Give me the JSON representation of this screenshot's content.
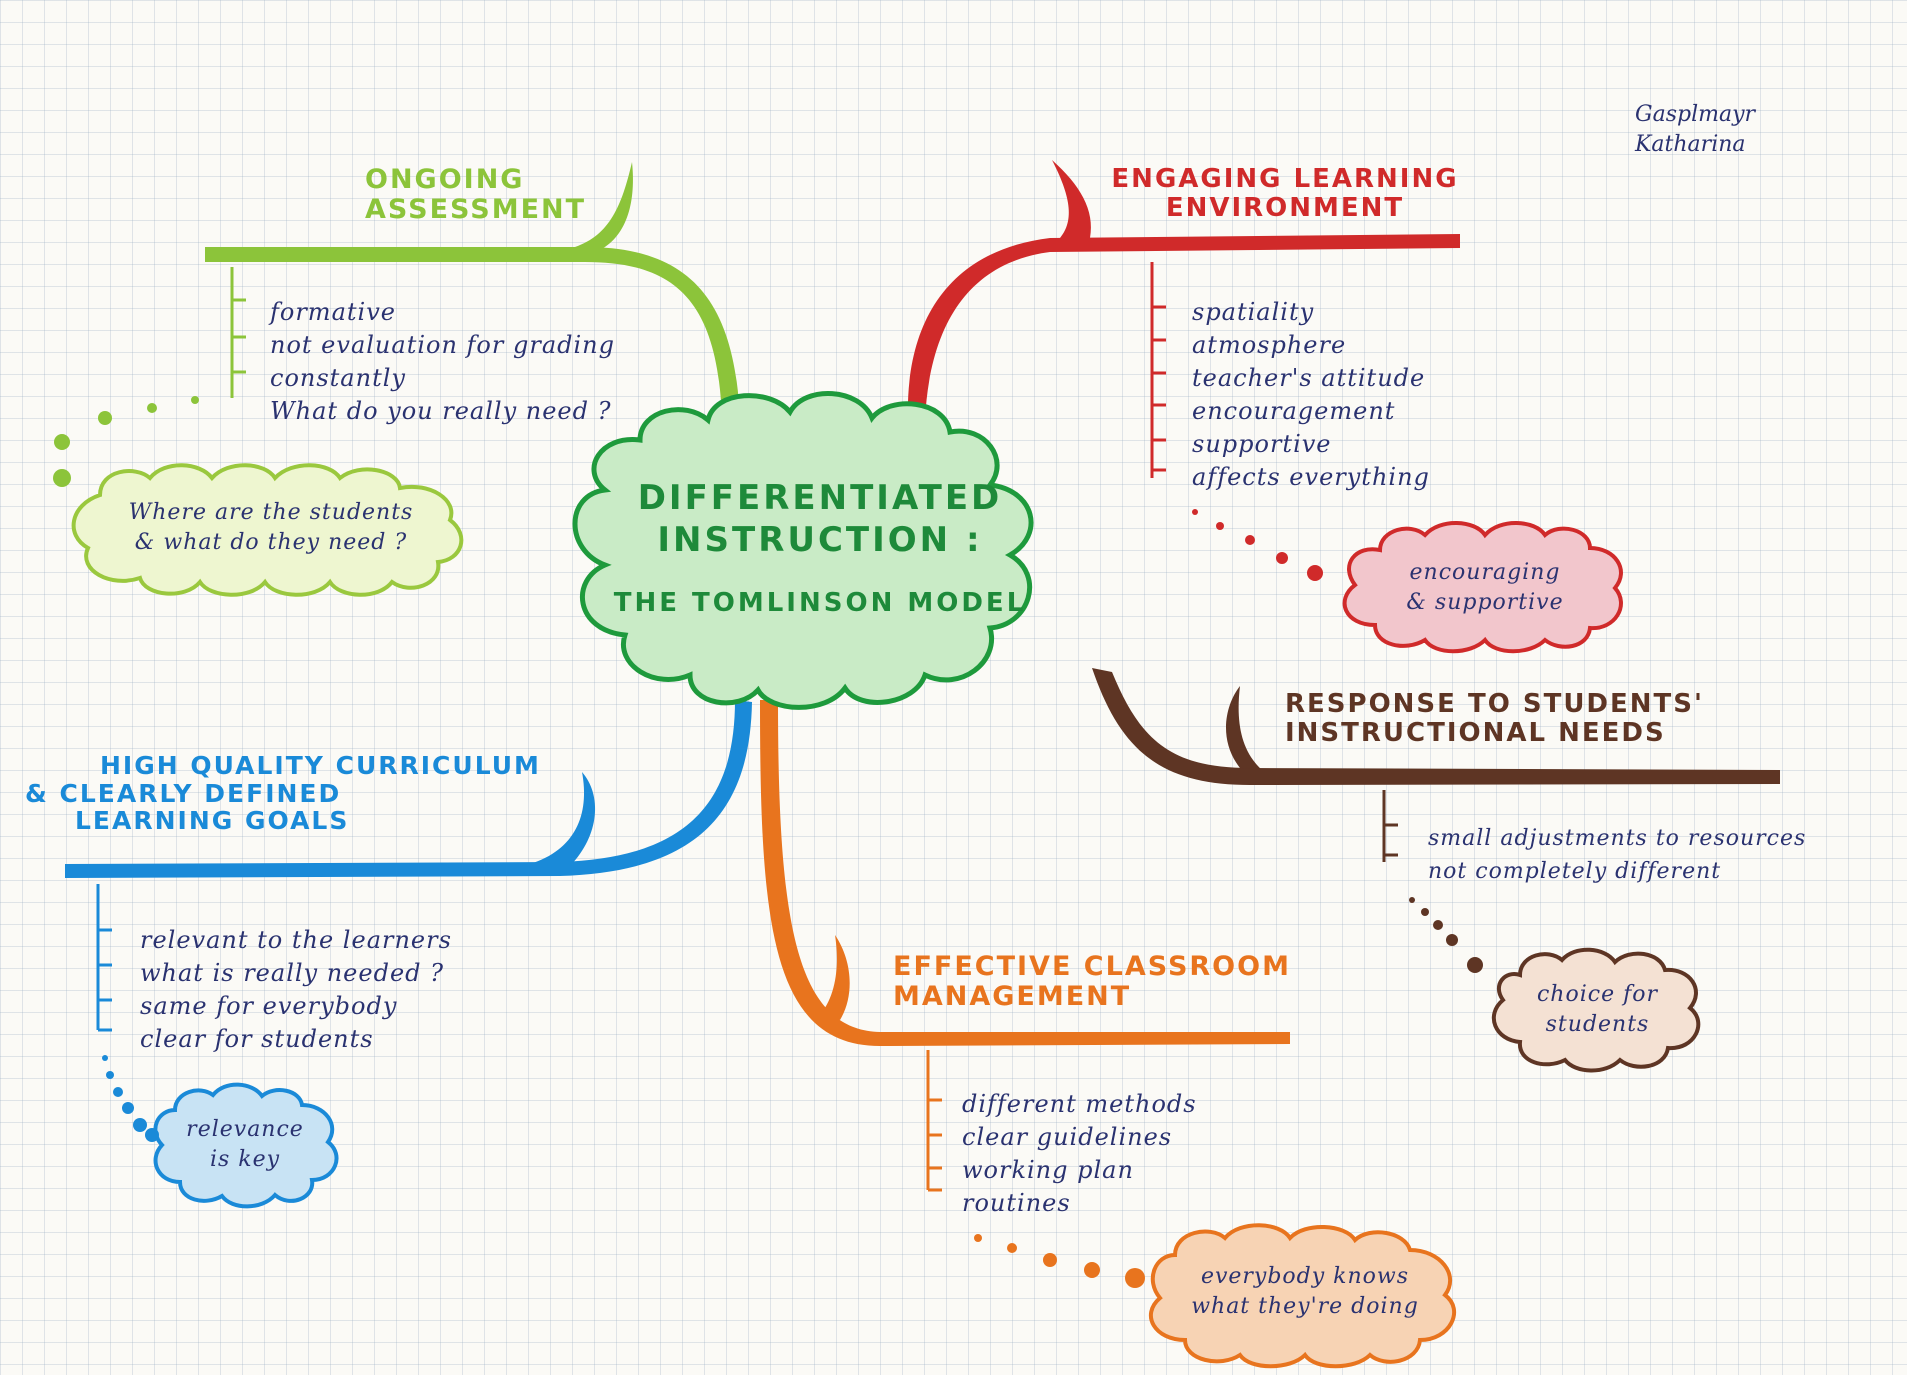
{
  "center": {
    "line1": "DIFFERENTIATED",
    "line2": "INSTRUCTION :",
    "line3": "THE TOMLINSON MODEL"
  },
  "author": {
    "line1": "Gasplmayr",
    "line2": "Katharina"
  },
  "colors": {
    "green_light": "#8cc43a",
    "green_dark": "#1e9a3c",
    "red": "#d02a2a",
    "brown": "#5e3524",
    "blue": "#1a8ad8",
    "orange": "#e8741e",
    "ink": "#2a3270"
  },
  "branches": {
    "assessment": {
      "title": [
        "ONGOING",
        "ASSESSMENT"
      ],
      "items": [
        "formative",
        "not evaluation for grading",
        "constantly",
        "What do you really need ?"
      ],
      "bubble": [
        "Where are the students",
        "& what do they need ?"
      ]
    },
    "environment": {
      "title": [
        "ENGAGING LEARNING",
        "ENVIRONMENT"
      ],
      "items": [
        "spatiality",
        "atmosphere",
        "teacher's attitude",
        "encouragement",
        "supportive",
        "affects everything"
      ],
      "bubble": [
        "encouraging",
        "& supportive"
      ]
    },
    "needs": {
      "title": [
        "RESPONSE TO STUDENTS'",
        "INSTRUCTIONAL NEEDS"
      ],
      "items": [
        "small adjustments to resources",
        "not completely different"
      ],
      "bubble": [
        "choice for",
        "students"
      ]
    },
    "curriculum": {
      "title": [
        "HIGH QUALITY CURRICULUM",
        "& CLEARLY DEFINED",
        "LEARNING GOALS"
      ],
      "items": [
        "relevant to the learners",
        "what is really needed ?",
        "same for everybody",
        "clear for students"
      ],
      "bubble": [
        "relevance",
        "is key"
      ]
    },
    "management": {
      "title": [
        "EFFECTIVE CLASSROOM",
        "MANAGEMENT"
      ],
      "items": [
        "different methods",
        "clear guidelines",
        "working plan",
        "routines"
      ],
      "bubble": [
        "everybody knows",
        "what they're doing"
      ]
    }
  }
}
